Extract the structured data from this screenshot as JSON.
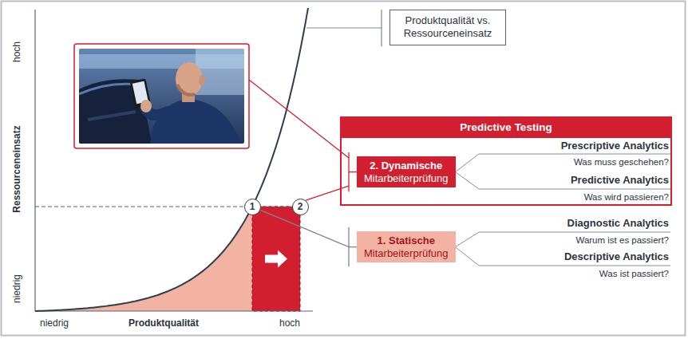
{
  "diagram": {
    "nodes": [
      {
        "text": [
          "Produktqualität vs. Ressourceneinsatz"
        ]
      },
      {
        "text": [
          "Predictive Testing"
        ]
      },
      {
        "text": [
          "2. Dynamische",
          "Mitarbeiterprüfung"
        ],
        "in": 1
      },
      {
        "text": [
          "1"
        ]
      },
      {
        "text": [
          "2"
        ]
      },
      {
        "text": [
          "1. Statische",
          "Mitarbeiterprüfung"
        ]
      }
    ],
    "edges": [
      {
        "from": 3,
        "to": 5,
        "arrow": "none"
      }
    ],
    "labels": [
      "hoch",
      "Ressourceneinsatz",
      "niedrig",
      "Prescriptive Analytics",
      "Was muss geschehen?",
      "Predictive Analytics",
      "Was wird passieren?",
      "Diagnostic Analytics",
      "Warum ist es passiert?",
      "Descriptive Analytics",
      "Was ist passiert?",
      "niedrig",
      "Produktqualität",
      "hoch"
    ]
  }
}
